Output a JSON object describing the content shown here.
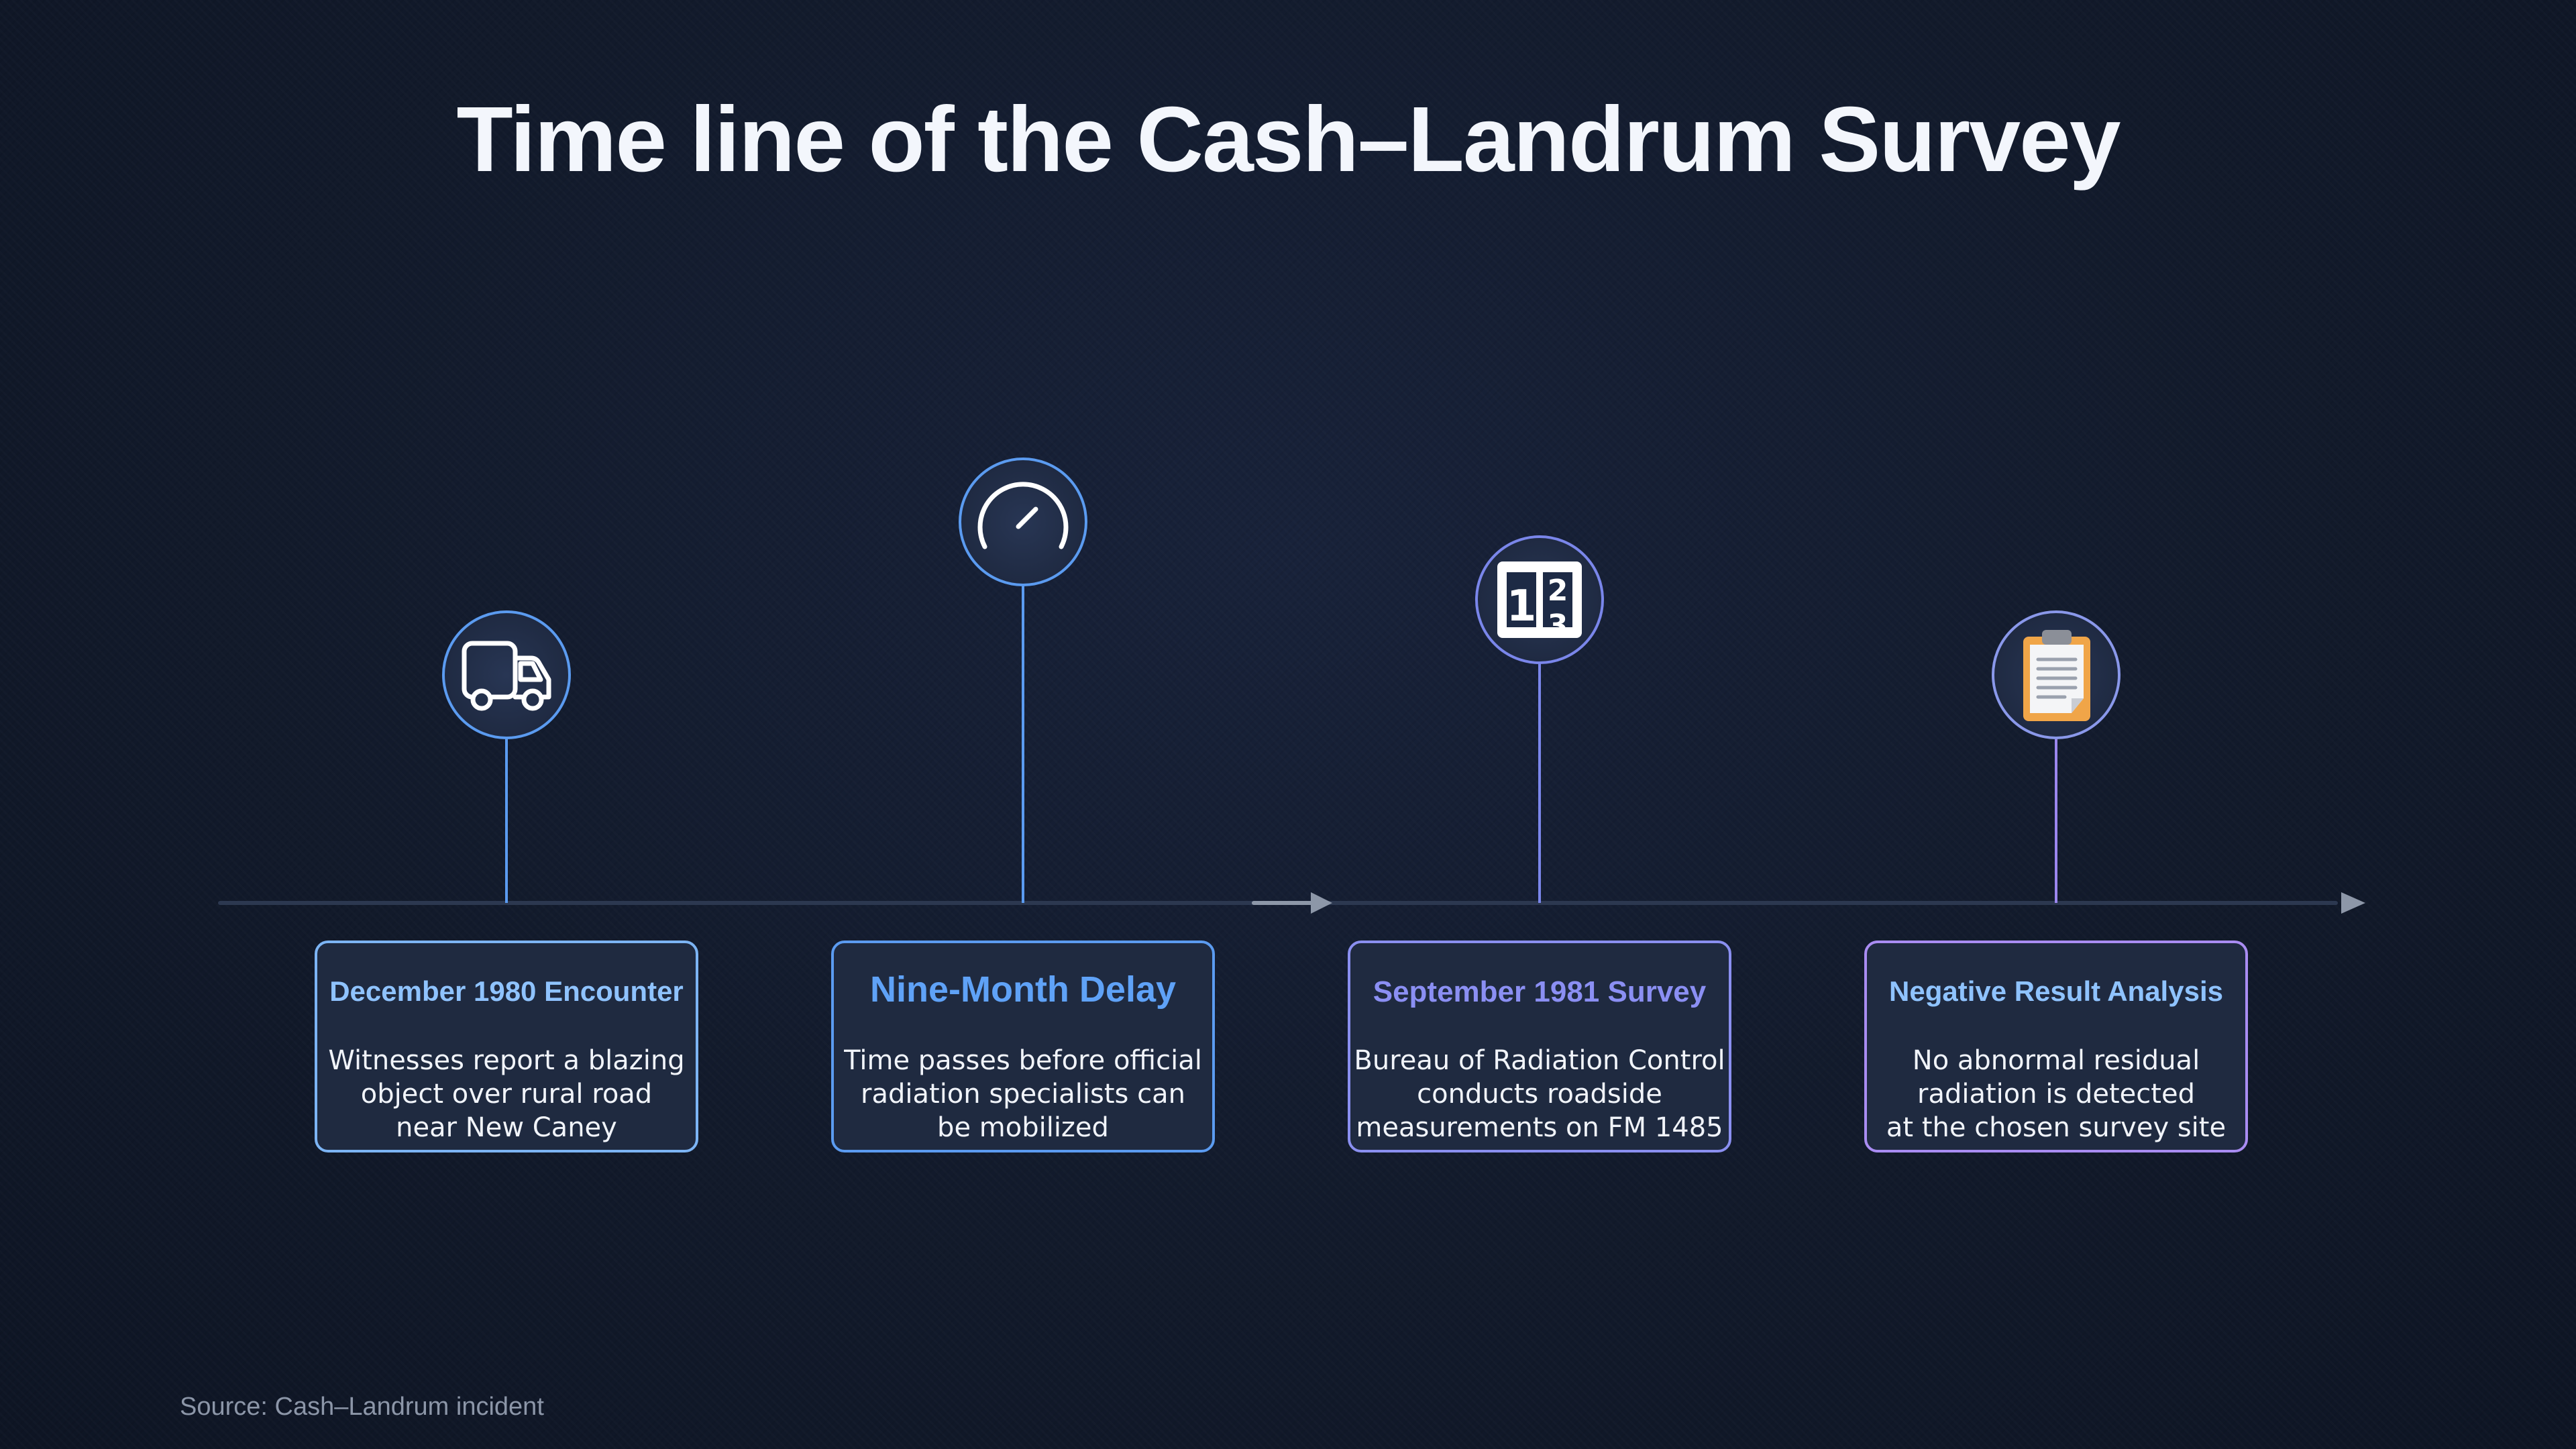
{
  "title": "Time line of the Cash–Landrum Survey",
  "source": "Source: Cash–Landrum incident",
  "colors": {
    "background": "#121a2b",
    "axis": "#2c3850",
    "arrow": "#8d97a8",
    "blue": "#5b9bf0",
    "blue_light": "#8cc4ff",
    "violet": "#7c86ee",
    "purple": "#a98cf2",
    "card_fill": "#1f2a40"
  },
  "events": [
    {
      "title": "December 1980 Encounter",
      "lines": [
        "Witnesses report a blazing",
        "object over rural road",
        "near New Caney"
      ],
      "icon": "delivery-truck-icon"
    },
    {
      "title": "Nine-Month Delay",
      "lines": [
        "Time passes before official",
        "radiation specialists can",
        "be mobilized"
      ],
      "icon": "gauge-dial-icon"
    },
    {
      "title": "September 1981 Survey",
      "lines": [
        "Bureau of Radiation Control",
        "conducts roadside",
        "measurements on FM 1485"
      ],
      "icon": "numbers-1-2-3-icon"
    },
    {
      "title": "Negative Result Analysis",
      "lines": [
        "No abnormal residual",
        "radiation is detected",
        "at the chosen survey site"
      ],
      "icon": "clipboard-icon"
    }
  ]
}
